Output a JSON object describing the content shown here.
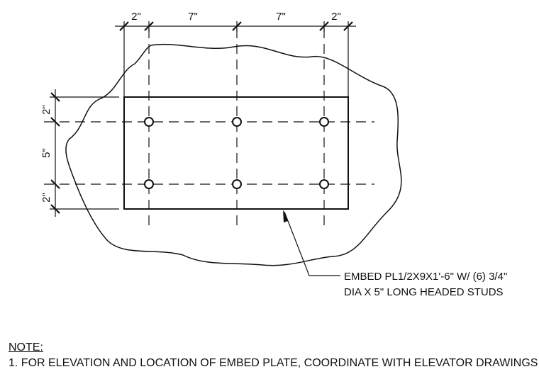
{
  "dimensions": {
    "horizontal": [
      "2\"",
      "7\"",
      "7\"",
      "2\""
    ],
    "vertical": [
      "2\"",
      "5\"",
      "2\""
    ]
  },
  "callout": {
    "line1": "EMBED PL1/2X9X1'-6\" W/ (6) 3/4\"",
    "line2": "DIA X 5\" LONG HEADED STUDS"
  },
  "note": {
    "title": "NOTE:",
    "line1": "1. FOR ELEVATION AND LOCATION OF EMBED PLATE, COORDINATE WITH ELEVATOR DRAWINGS."
  }
}
